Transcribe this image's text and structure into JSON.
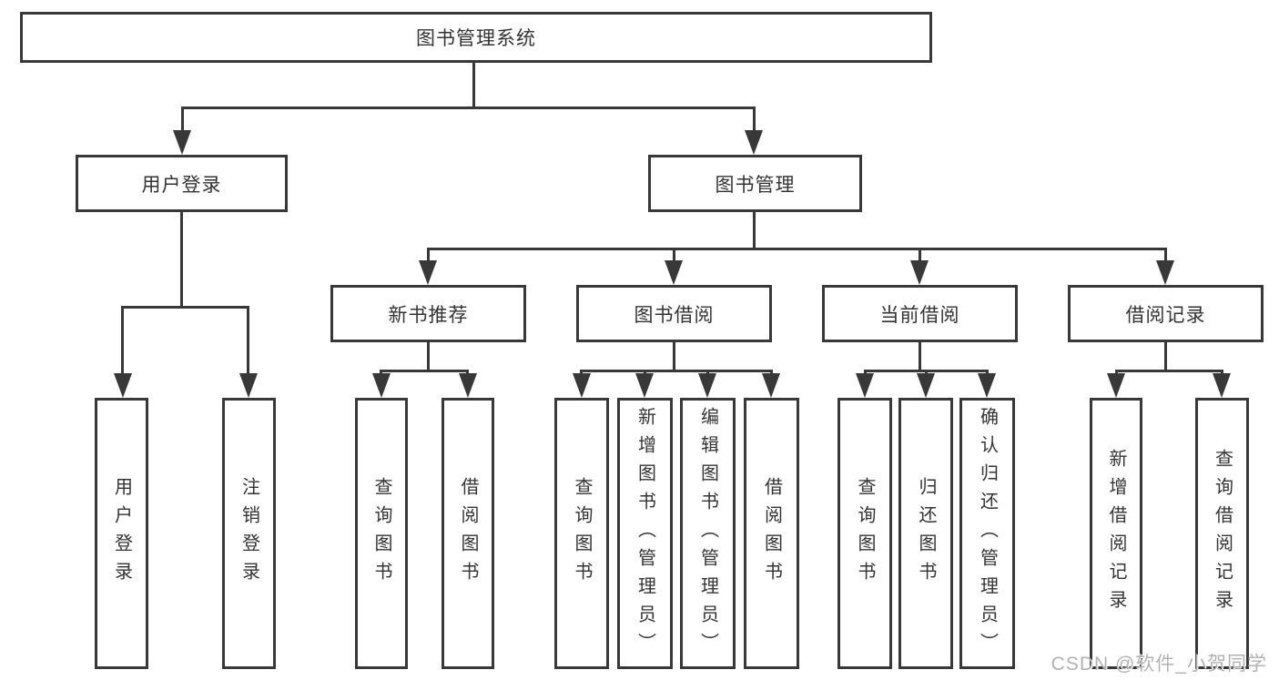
{
  "diagram": {
    "type": "hierarchy-tree",
    "direction": "top-down",
    "colors": {
      "background": "#ffffff",
      "line": "#383838",
      "box_border": "#383838",
      "box_fill": "#ffffff",
      "text": "#333333",
      "watermark_text": "#b2b2b2"
    },
    "watermark": {
      "text": "CSDN @软件_小贺同学"
    },
    "tree": {
      "label": "图书管理系统",
      "children": [
        {
          "label": "用户登录",
          "children": [
            {
              "label": "用户登录"
            },
            {
              "label": "注销登录"
            }
          ]
        },
        {
          "label": "图书管理",
          "children": [
            {
              "label": "新书推荐",
              "children": [
                {
                  "label": "查询图书"
                },
                {
                  "label": "借阅图书"
                }
              ]
            },
            {
              "label": "图书借阅",
              "children": [
                {
                  "label": "查询图书"
                },
                {
                  "label": "新增图书（管理员）"
                },
                {
                  "label": "编辑图书（管理员）"
                },
                {
                  "label": "借阅图书"
                }
              ]
            },
            {
              "label": "当前借阅",
              "children": [
                {
                  "label": "查询图书"
                },
                {
                  "label": "归还图书"
                },
                {
                  "label": "确认归还（管理员）"
                }
              ]
            },
            {
              "label": "借阅记录",
              "children": [
                {
                  "label": "新增借阅记录"
                },
                {
                  "label": "查询借阅记录"
                }
              ]
            }
          ]
        }
      ]
    }
  }
}
